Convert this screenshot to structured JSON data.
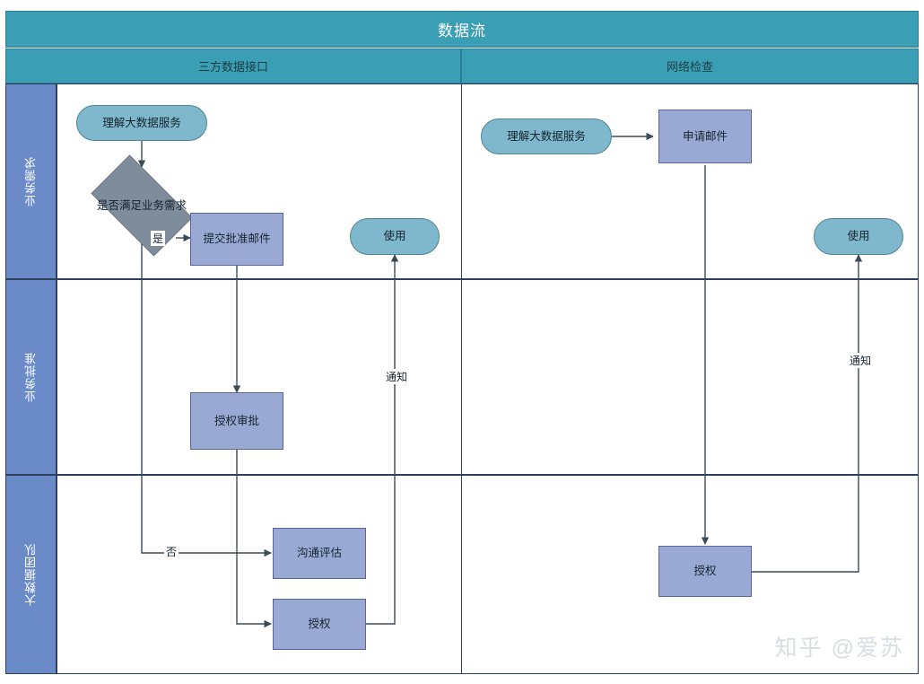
{
  "diagram": {
    "title": "数据流",
    "watermark": "知乎 @爱苏",
    "columns": [
      {
        "label": "三方数据接口"
      },
      {
        "label": "网络检查"
      }
    ],
    "lanes": [
      {
        "label": "业务需求"
      },
      {
        "label": "业务批准"
      },
      {
        "label": "大数据团队"
      }
    ],
    "nodes": {
      "a_understand": "理解大数据服务",
      "a_decision": "是否满足业务需求",
      "a_submit_mail": "提交批准邮件",
      "a_use": "使用",
      "a_auth_approve": "授权审批",
      "a_comm_eval": "沟通评估",
      "a_authorize": "授权",
      "b_understand": "理解大数据服务",
      "b_apply_mail": "申请邮件",
      "b_use": "使用",
      "b_authorize": "授权"
    },
    "edge_labels": {
      "yes": "是",
      "no": "否",
      "notify_left": "通知",
      "notify_right": "通知"
    },
    "colors": {
      "header_teal": "#3a9fb5",
      "lane_blue": "#6a8bc8",
      "terminal_fill": "#7fb8cc",
      "process_fill": "#9aa9d4",
      "decision_fill": "#7f8c9b",
      "line": "#3b4a57",
      "watermark": "#d8dde1"
    }
  }
}
